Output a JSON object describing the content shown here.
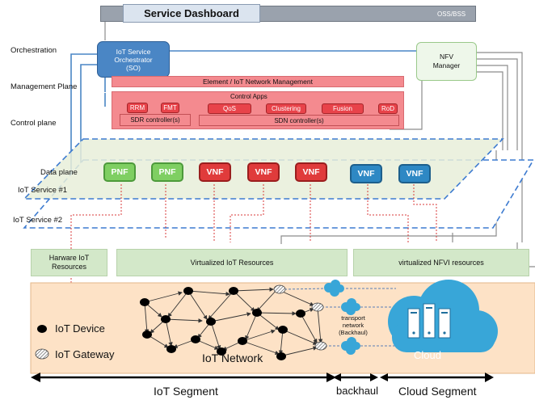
{
  "service_dashboard": "Service Dashboard",
  "oss_bss": "OSS/BSS",
  "row_labels": {
    "orchestration": "Orchestration",
    "management_plane": "Management Plane",
    "control_plane": "Control plane",
    "data_plane": "Data plane",
    "iot_service_1": "IoT Service #1",
    "iot_service_2": "IoT Service #2"
  },
  "orchestrator": {
    "line1": "IoT Service",
    "line2": "Orchestrator",
    "line3": "(SO)"
  },
  "nfv_manager": {
    "line1": "NFV",
    "line2": "Manager"
  },
  "element_management": "Element / IoT Network Management",
  "control_apps": "Control Apps",
  "apps": {
    "rrm": "RRM",
    "fmt": "FMT",
    "qos": "QoS",
    "clustering": "Clustering",
    "fusion": "Fusion",
    "rod": "RoD"
  },
  "sdr_controller": "SDR controller(s)",
  "sdn_controller": "SDN controller(s)",
  "functions": {
    "pnf": "PNF",
    "vnf": "VNF"
  },
  "resources": {
    "hardware_line1": "Harware IoT",
    "hardware_line2": "Resources",
    "virtualized_iot": "Virtualized IoT Resources",
    "virtualized_nfvi": "virtualized NFVI resources"
  },
  "legend": {
    "iot_device": "IoT Device",
    "iot_gateway": "IoT Gateway"
  },
  "iot_network": "IoT Network",
  "transport": {
    "line1": "transport",
    "line2": "network",
    "line3": "(Backhaul)"
  },
  "cloud": "Cloud",
  "segments": {
    "iot": "IoT Segment",
    "backhaul": "backhaul",
    "cloud": "Cloud Segment"
  },
  "colors": {
    "plane_red": "#f48a8f",
    "plane_green": "#d3e8c9",
    "segment_orange": "#fde2c6",
    "cloud_blue": "#38a6d8",
    "orchestrator_blue": "#4a86c5",
    "dashed_blue": "#3d7bd0",
    "dotted_red": "#d83a3a"
  }
}
